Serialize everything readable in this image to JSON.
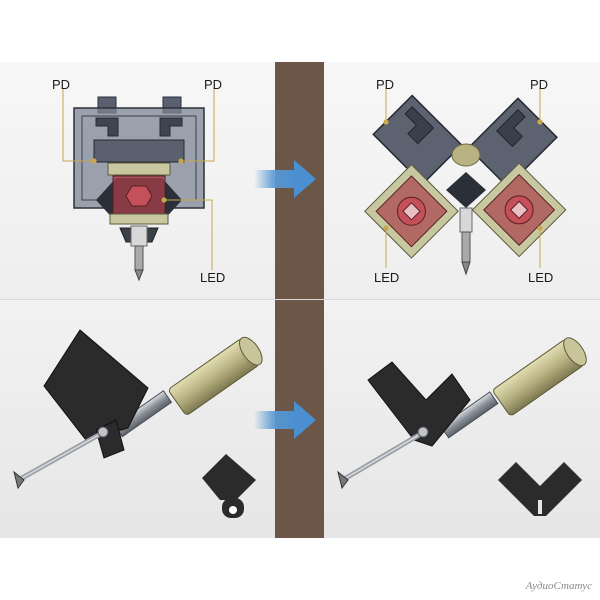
{
  "labels": {
    "tl_pd_left": "PD",
    "tl_pd_right": "PD",
    "tl_led": "LED",
    "tr_pd_left": "PD",
    "tr_pd_right": "PD",
    "tr_led_left": "LED",
    "tr_led_right": "LED"
  },
  "watermark": "АудиоСтатус",
  "colors": {
    "divider": "#6b5647",
    "arrow": "#5b9bd5",
    "housing": "#3e4452",
    "led_red": "#b0404a",
    "cantilever": "#2b2b2b"
  }
}
